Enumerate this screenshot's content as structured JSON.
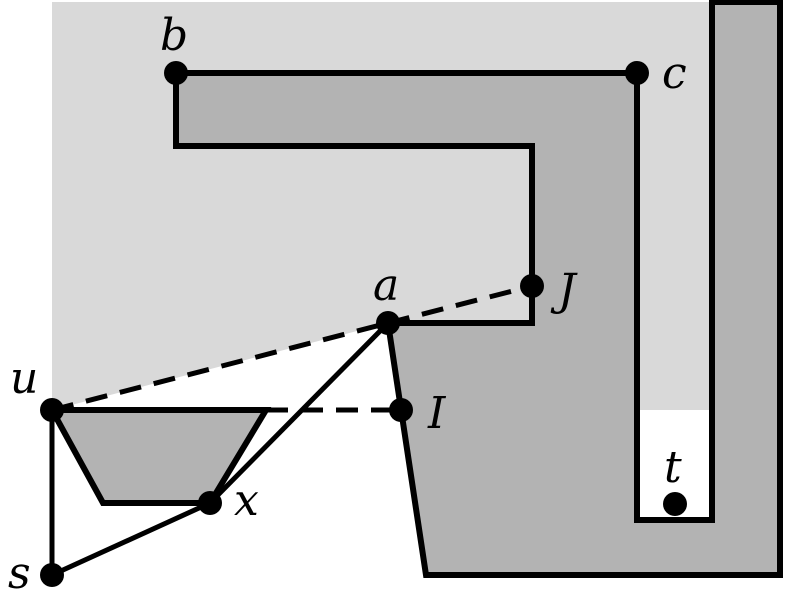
{
  "colors": {
    "background": "#ffffff",
    "visible_region": "#d9d9d9",
    "obstacle": "#b3b3b3",
    "stroke": "#000000"
  },
  "points": {
    "a": "a",
    "b": "b",
    "c": "c",
    "J": "J",
    "I": "I",
    "u": "u",
    "x": "x",
    "s": "s",
    "t": "t"
  }
}
